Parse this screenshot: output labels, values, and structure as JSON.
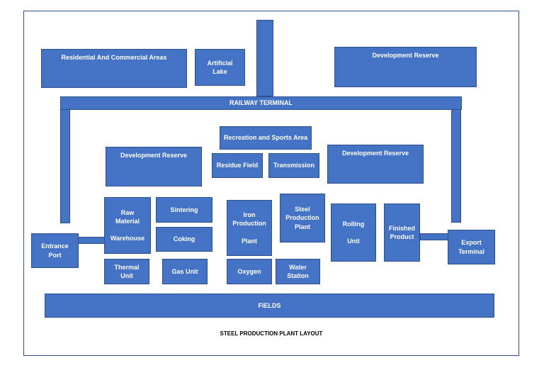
{
  "diagram": {
    "caption": "STEEL PRODUCTION PLANT LAYOUT",
    "fill_color": "#4472c4",
    "border_color": "#2f528f",
    "blocks": {
      "residential": "Residential And Commercial Areas",
      "artificial_lake": "Artificial\nLake",
      "dev_reserve_top": "Development Reserve",
      "railway_terminal": "RAILWAY TERMINAL",
      "recreation": "Recreation and Sports Area",
      "dev_reserve_left": "Development Reserve",
      "residue_field": "Residue Field",
      "transmission": "Transmission",
      "dev_reserve_right": "Development Reserve",
      "raw_material": "Raw\nMaterial\n\nWarehouse",
      "sintering": "Sintering",
      "coking": "Coking",
      "iron_production": "Iron\nProduction\n\nPlant",
      "steel_production": "Steel\nProduction\nPlant",
      "rolling_unit": "Rolling\n\nUnit",
      "finished_product": "Finished\nProduct",
      "entrance_port": "Entrance\nPort",
      "export_terminal": "Export\nTerminal",
      "thermal_unit": "Thermal\nUnit",
      "gas_unit": "Gas Unit",
      "oxygen": "Oxygen",
      "water_station": "Water\nStation",
      "fields": "FIELDS"
    }
  }
}
